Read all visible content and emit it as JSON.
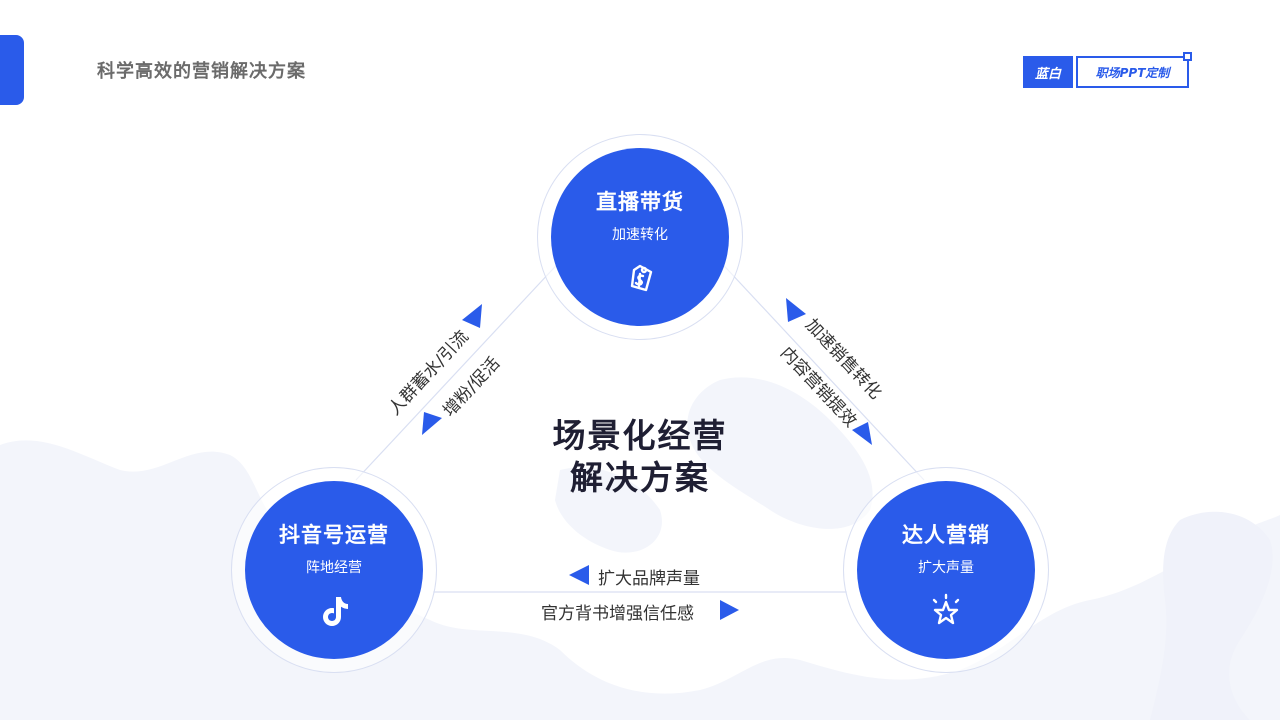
{
  "header": {
    "title": "科学高效的营销解决方案",
    "badge_primary": "蓝白",
    "badge_secondary": "职场PPT定制"
  },
  "center": {
    "line1": "场景化经营",
    "line2": "解决方案"
  },
  "nodes": {
    "top": {
      "title": "直播带货",
      "subtitle": "加速转化",
      "icon": "price-tag-icon"
    },
    "left": {
      "title": "抖音号运营",
      "subtitle": "阵地经营",
      "icon": "tiktok-icon"
    },
    "right": {
      "title": "达人营销",
      "subtitle": "扩大声量",
      "icon": "star-icon"
    }
  },
  "edges": {
    "left_line1": "人群蓄水/引流",
    "left_line2": "增粉/促活",
    "right_line1": "加速销售转化",
    "right_line2": "内容营销提效",
    "bottom_line1": "扩大品牌声量",
    "bottom_line2": "官方背书增强信任感"
  },
  "colors": {
    "accent": "#2a5bea",
    "ring": "#d9dff2",
    "map": "#f3f5fb"
  }
}
